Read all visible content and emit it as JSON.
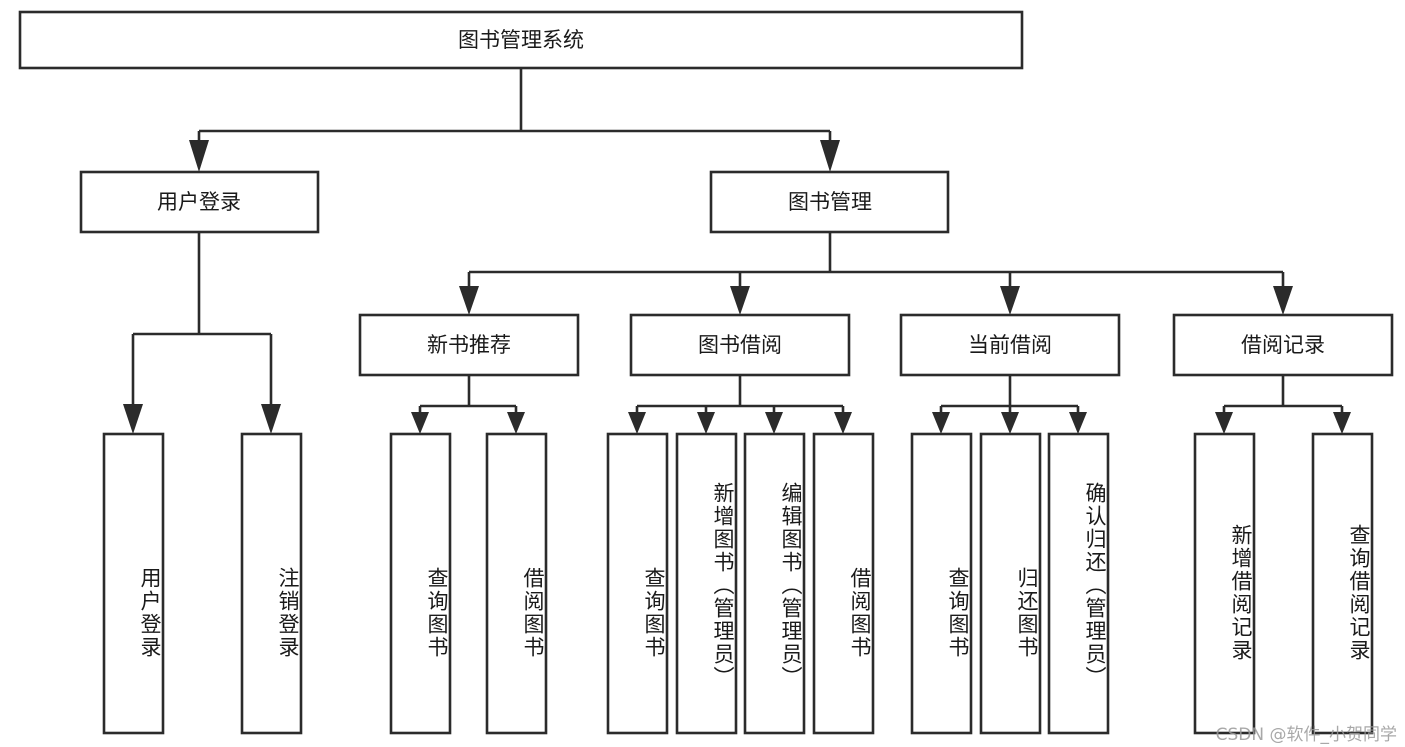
{
  "diagram": {
    "type": "tree-hierarchy-diagram",
    "title": "图书管理系统",
    "watermark": "CSDN @软件_小贺同学",
    "colors": {
      "stroke": "#2b2b2b",
      "fill": "#ffffff",
      "text": "#1a1a1a",
      "watermark": "#9a9a9a"
    },
    "root": {
      "label": "图书管理系统",
      "orientation": "horizontal"
    },
    "level2": [
      {
        "label": "用户登录",
        "orientation": "horizontal"
      },
      {
        "label": "图书管理",
        "orientation": "horizontal"
      }
    ],
    "level3": [
      {
        "label": "新书推荐",
        "orientation": "horizontal"
      },
      {
        "label": "图书借阅",
        "orientation": "horizontal"
      },
      {
        "label": "当前借阅",
        "orientation": "horizontal"
      },
      {
        "label": "借阅记录",
        "orientation": "horizontal"
      }
    ],
    "leaves": {
      "user_login": [
        {
          "label": "用户登录",
          "orientation": "vertical"
        },
        {
          "label": "注销登录",
          "orientation": "vertical"
        }
      ],
      "new_book_recommend": [
        {
          "label": "查询图书",
          "orientation": "vertical"
        },
        {
          "label": "借阅图书",
          "orientation": "vertical"
        }
      ],
      "book_borrow": [
        {
          "label": "查询图书",
          "orientation": "vertical"
        },
        {
          "label": "新增图书（管理员）",
          "orientation": "vertical"
        },
        {
          "label": "编辑图书（管理员）",
          "orientation": "vertical"
        },
        {
          "label": "借阅图书",
          "orientation": "vertical"
        }
      ],
      "current_borrow": [
        {
          "label": "查询图书",
          "orientation": "vertical"
        },
        {
          "label": "归还图书",
          "orientation": "vertical"
        },
        {
          "label": "确认归还（管理员）",
          "orientation": "vertical"
        }
      ],
      "borrow_record": [
        {
          "label": "新增借阅记录",
          "orientation": "vertical"
        },
        {
          "label": "查询借阅记录",
          "orientation": "vertical"
        }
      ]
    }
  }
}
